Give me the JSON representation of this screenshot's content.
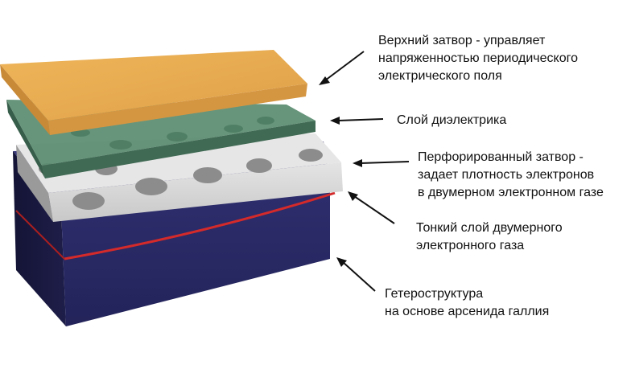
{
  "colors": {
    "top_gate": "#E8A850",
    "dielectric": "#4E7F66",
    "perforated_gate": "#D8D8D8",
    "electron_gas": "#D42A2A",
    "heterostructure": "#2A2A66",
    "arrow": "#111111"
  },
  "labels": {
    "top_gate": {
      "lines": [
        "Верхний затвор - управляет",
        "напряженностью периодического",
        "электрического поля"
      ]
    },
    "dielectric": {
      "lines": [
        "Слой диэлектрика"
      ]
    },
    "perforated_gate": {
      "lines": [
        "Перфорированный затвор -",
        "задает плотность электронов",
        "в двумерном электронном газе"
      ]
    },
    "electron_gas": {
      "lines": [
        "Тонкий слой двумерного",
        "электронного газа"
      ]
    },
    "heterostructure": {
      "lines": [
        "Гетероструктура",
        "на основе арсенида галлия"
      ]
    }
  }
}
